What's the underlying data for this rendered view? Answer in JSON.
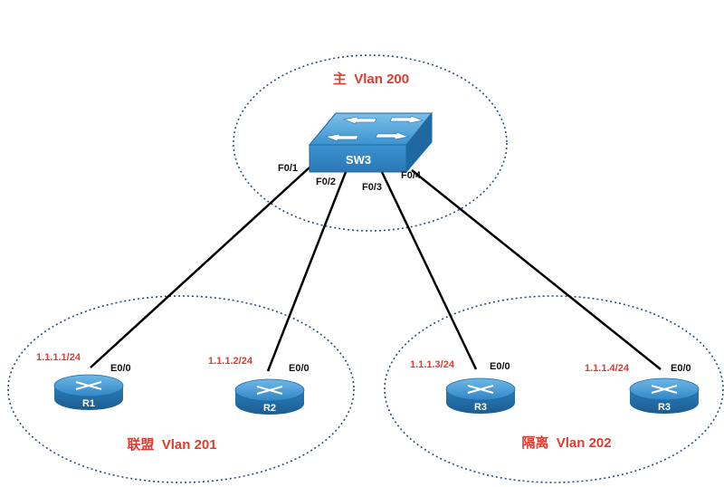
{
  "vlans": {
    "main": "主  Vlan 200",
    "alliance": "联盟  Vlan 201",
    "isolated": "隔离  Vlan 202"
  },
  "switch": {
    "name": "SW3"
  },
  "ports": {
    "sw_f01": "F0/1",
    "sw_f02": "F0/2",
    "sw_f03": "F0/3",
    "sw_f04": "F0/4"
  },
  "routers": [
    {
      "name": "R1",
      "ip": "1.1.1.1/24",
      "port": "E0/0"
    },
    {
      "name": "R2",
      "ip": "1.1.1.2/24",
      "port": "E0/0"
    },
    {
      "name": "R3",
      "ip": "1.1.1.3/24",
      "port": "E0/0"
    },
    {
      "name": "R3",
      "ip": "1.1.1.4/24",
      "port": "E0/0"
    }
  ],
  "colors": {
    "label_red": "#e23b2e",
    "device_blue": "#2f86c6",
    "ellipse_border": "#2a4f78"
  }
}
